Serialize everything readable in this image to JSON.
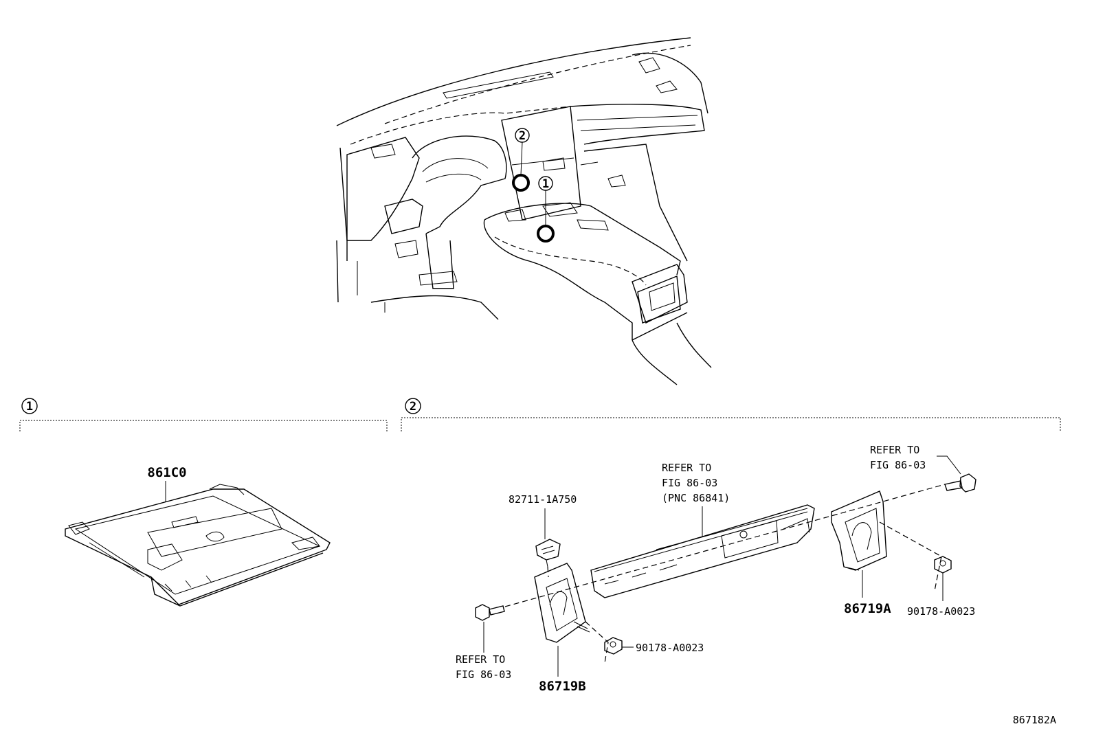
{
  "diagram_id": "867182A",
  "callouts": [
    {
      "id": "callout-1",
      "number": "1"
    },
    {
      "id": "callout-2",
      "number": "2"
    }
  ],
  "section_1": {
    "marker": "1",
    "parts": [
      {
        "pn": "861C0"
      }
    ]
  },
  "section_2": {
    "marker": "2",
    "parts": [
      {
        "pn": "82711-1A750"
      },
      {
        "pn": "86719A"
      },
      {
        "pn": "86719B"
      },
      {
        "pn": "90178-A0023"
      },
      {
        "pn": "90178-A0023"
      }
    ],
    "references": [
      {
        "lines": [
          "REFER TO",
          "FIG 86-03",
          "(PNC 86841)"
        ]
      },
      {
        "lines": [
          "REFER TO",
          "FIG 86-03"
        ]
      },
      {
        "lines": [
          "REFER TO",
          "FIG 86-03"
        ]
      }
    ]
  }
}
